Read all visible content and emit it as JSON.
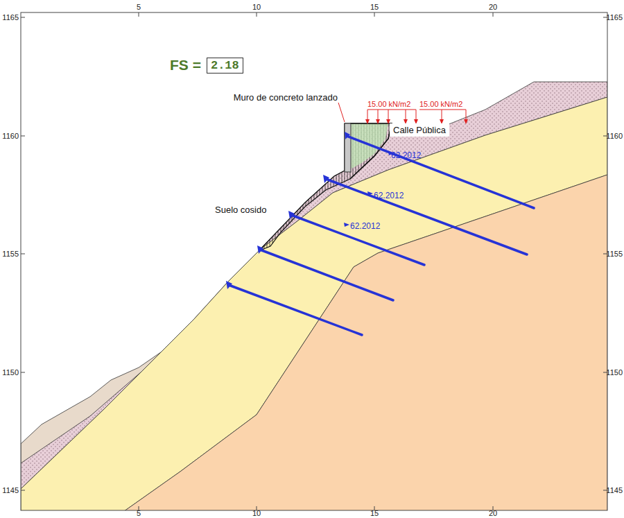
{
  "diagram": {
    "nodes": [
      {
        "text": [
          "FS =",
          "2.18"
        ]
      },
      {
        "text": [
          "Calle Pública"
        ]
      }
    ],
    "labels": [
      "Muro de concreto lanzado",
      "15.00 kN/m2",
      "15.00 kN/m2",
      "62.2012",
      "62.2012",
      "62.2012",
      "Suelo cosido",
      "5",
      "10",
      "15",
      "20",
      "5",
      "10",
      "15",
      "20",
      "1165",
      "1160",
      "1155",
      "1150",
      "1145",
      "1165",
      "1160",
      "1155",
      "1150",
      "1145"
    ]
  }
}
